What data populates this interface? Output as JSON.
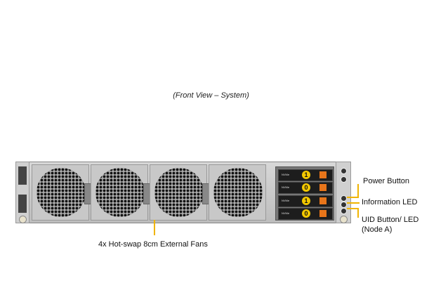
{
  "caption": "(Front View – System)",
  "drives": [
    {
      "brand": "NVMe",
      "slot": "1"
    },
    {
      "brand": "NVMe",
      "slot": "0"
    },
    {
      "brand": "NVMe",
      "slot": "1"
    },
    {
      "brand": "NVMe",
      "slot": "0"
    }
  ],
  "callouts": {
    "fans": "4x Hot-swap 8cm External Fans",
    "power": "Power Button",
    "info": "Information  LED",
    "uid": "UID Button/ LED",
    "uid_node": "(Node A)"
  },
  "colors": {
    "callout": "#f0b400",
    "latch": "#e8751a",
    "slot_badge": "#f3c800"
  }
}
